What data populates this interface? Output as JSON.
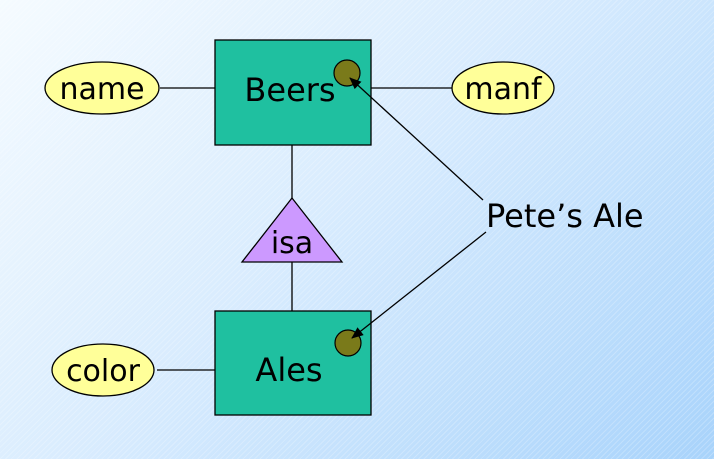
{
  "entities": {
    "beers": "Beers",
    "ales": "Ales"
  },
  "attributes": {
    "name": "name",
    "manf": "manf",
    "color": "color"
  },
  "relationship": {
    "isa": "isa"
  },
  "annotation": {
    "petes_ale": "Pete’s Ale"
  },
  "colors": {
    "entity_fill": "#1fc0a0",
    "attribute_fill": "#ffff99",
    "isa_fill": "#cc99ff",
    "instance_dot": "#7a7a1a"
  }
}
